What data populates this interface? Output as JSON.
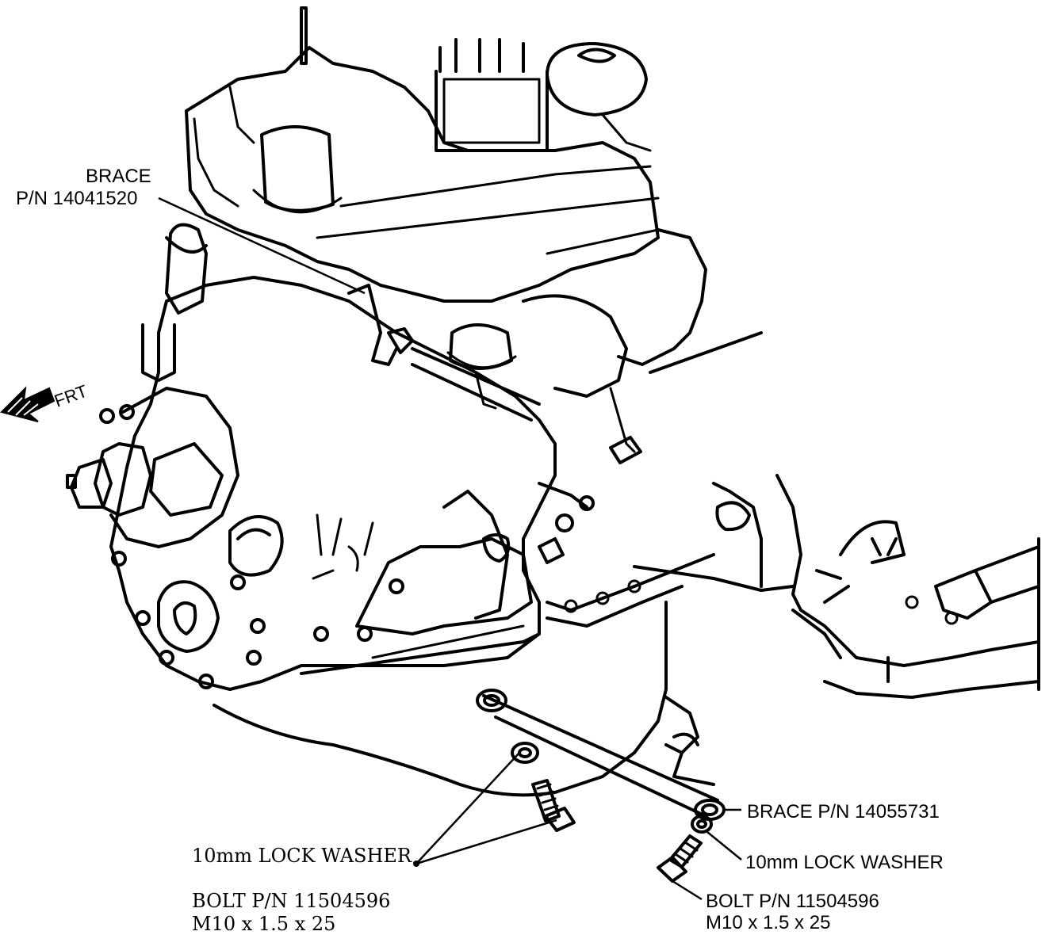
{
  "labels": {
    "brace_upper_1": "BRACE",
    "brace_upper_2": "P/N 14041520",
    "front": "FRT",
    "brace_lower": "BRACE P/N 14055731",
    "washer_right": "10mm LOCK WASHER",
    "bolt_right_1": "BOLT P/N 11504596",
    "bolt_right_2": "M10 x 1.5 x 25",
    "washer_left": "10mm LOCK WASHER",
    "bolt_left_1": "BOLT P/N 11504596",
    "bolt_left_2": "M10 x 1.5 x 25"
  }
}
